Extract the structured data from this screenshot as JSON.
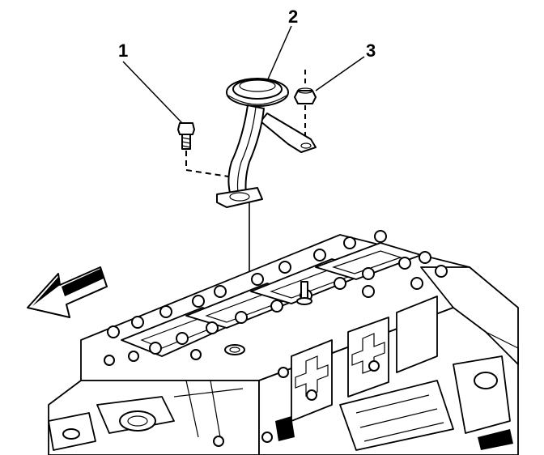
{
  "callouts": [
    {
      "id": "callout-1",
      "label": "1"
    },
    {
      "id": "callout-2",
      "label": "2"
    },
    {
      "id": "callout-3",
      "label": "3"
    }
  ],
  "parts": {
    "bolt": "bolt-icon",
    "oil_pump_screen_tube": "pickup-tube-icon",
    "nut": "nut-icon",
    "engine_block": "engine-block-icon",
    "direction_arrow": "front-arrow-icon"
  }
}
